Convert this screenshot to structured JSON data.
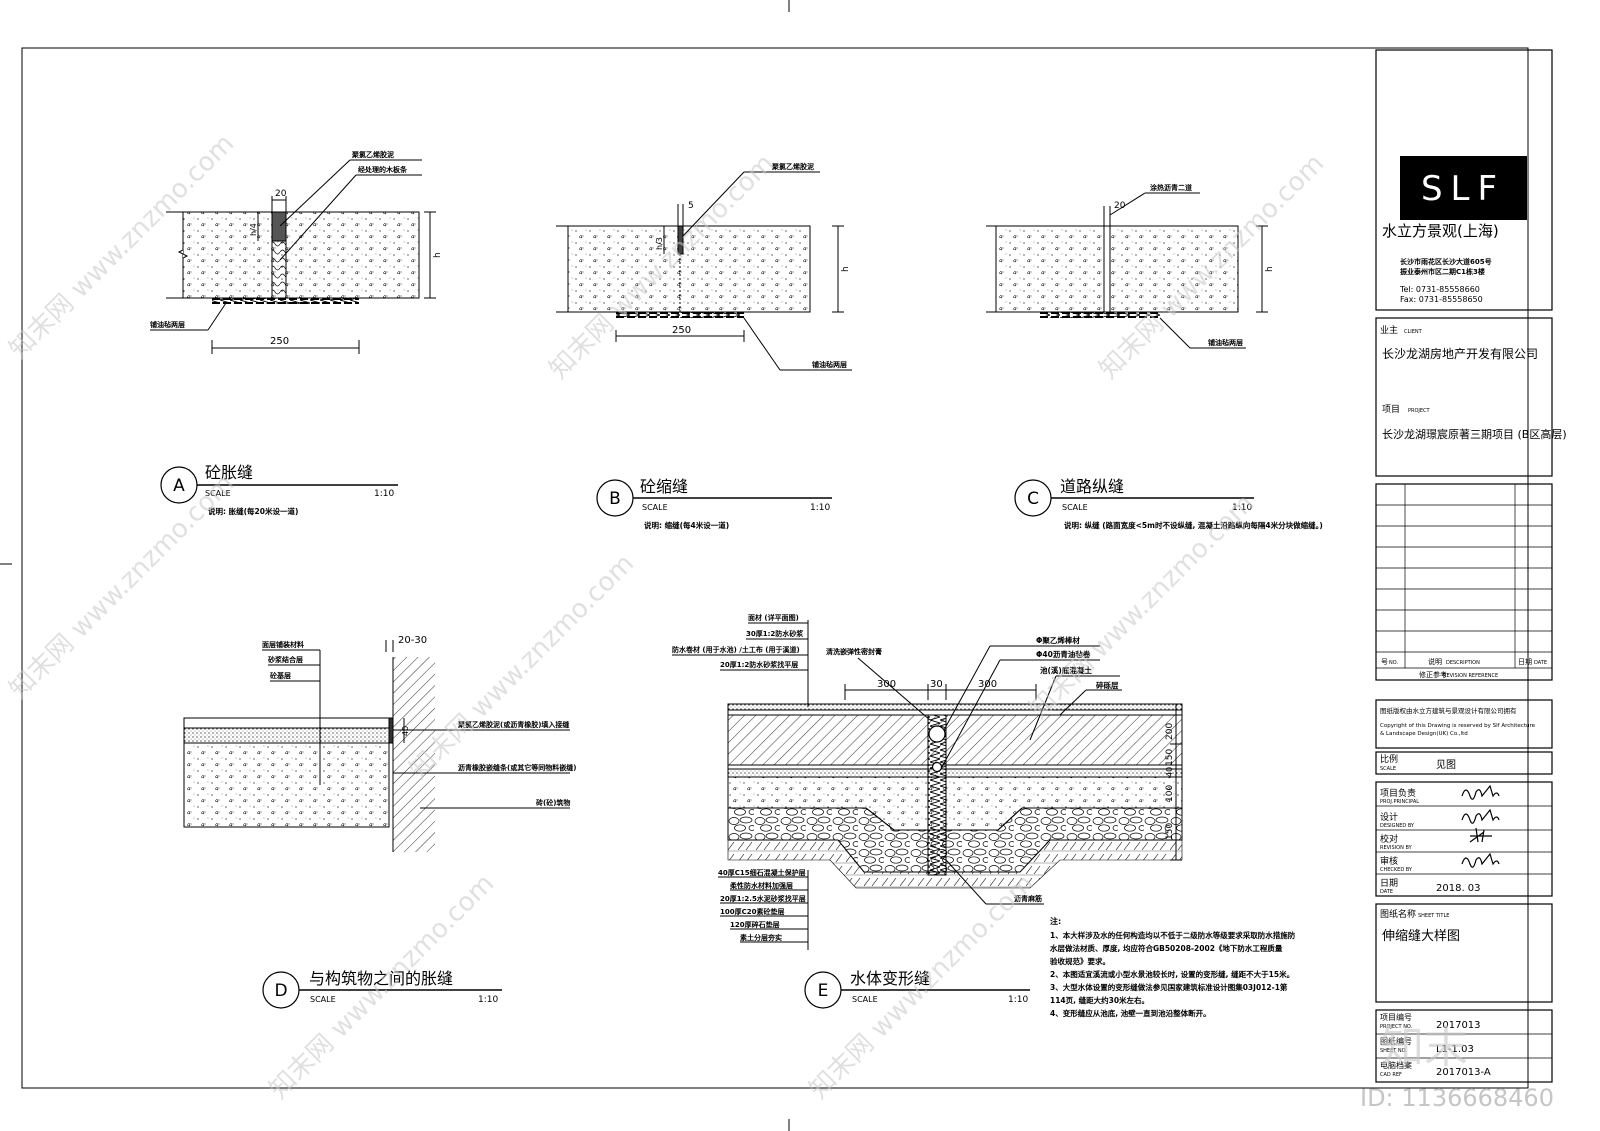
{
  "title_block": {
    "logo_text": "SLF",
    "company": "水立方景观(上海)",
    "address_line1": "长沙市雨花区长沙大道605号",
    "address_line2": "振业泰州市区二期C1栋3楼",
    "tel": "Tel: 0731-85558660",
    "fax": "Fax: 0731-85558650",
    "client_label": "业主",
    "client_label_en": "CLIENT",
    "client": "长沙龙湖房地产开发有限公司",
    "project_label": "项目",
    "project_label_en": "PROJECT",
    "project": "长沙龙湖璟宸原著三期项目 (B区高层)",
    "rev_no_label": "号",
    "rev_no_label_en": "NO.",
    "rev_desc_label": "说明",
    "rev_desc_label_en": "DESCRIPTION",
    "rev_date_label": "日期",
    "rev_date_label_en": "DATE",
    "rev_ref_label": "修正参考",
    "rev_ref_label_en": "REVISION REFERENCE",
    "copyright_cn": "图纸版权由水立方建筑与景观设计有限公司拥有",
    "copyright_en1": "Copyright of this Drawing is reserved by Slf Architecture",
    "copyright_en2": "& Landscape Design(UK) Co.,ltd",
    "scale_label": "比例",
    "scale_label_en": "SCALE",
    "scale_value": "见图",
    "principal_label": "项目负责",
    "principal_label_en": "PROJ.PRINCIPAL",
    "designed_label": "设计",
    "designed_label_en": "DESIGNED BY",
    "revision_label": "校对",
    "revision_label_en": "REVISION BY",
    "checked_label": "审核",
    "checked_label_en": "CHECKED BY",
    "date_label": "日期",
    "date_label_en": "DATE",
    "date_value": "2018. 03",
    "sheet_title_label": "图纸名称",
    "sheet_title_label_en": "SHEET TITLE",
    "sheet_title": "伸缩缝大样图",
    "project_no_label": "项目编号",
    "project_no_label_en": "PROJECT NO.",
    "project_no": "2017013",
    "sheet_no_label": "图纸编号",
    "sheet_no_label_en": "SHEET NO.",
    "sheet_no": "L1-1.03",
    "cad_ref_label": "电脑档案",
    "cad_ref_label_en": "CAD REF",
    "cad_ref": "2017013-A"
  },
  "details": {
    "A": {
      "letter": "A",
      "title": "砼胀缝",
      "scale_label": "SCALE",
      "scale": "1:10",
      "note": "说明: 胀缝(每20米设一道)",
      "label_top1": "聚氯乙烯胶泥",
      "label_top2": "经处理的木板条",
      "label_bottom": "铺油毡两层",
      "dim_joint": "20",
      "dim_quarter": "h/4",
      "dim_h": "h",
      "dim_width": "250"
    },
    "B": {
      "letter": "B",
      "title": "砼缩缝",
      "scale_label": "SCALE",
      "scale": "1:10",
      "note": "说明: 缩缝(每4米设一道)",
      "label_top": "聚氯乙烯胶泥",
      "label_bottom": "铺油毡两层",
      "dim_joint": "5",
      "dim_third": "h/3",
      "dim_h": "h",
      "dim_width": "250"
    },
    "C": {
      "letter": "C",
      "title": "道路纵缝",
      "scale_label": "SCALE",
      "scale": "1:10",
      "note": "说明: 纵缝 (路面宽度<5m时不设纵缝, 混凝土沿路纵向每隔4米分块做缩缝。)",
      "label_top": "涂热沥青二道",
      "label_bottom": "铺油毡两层",
      "dim_joint": "20",
      "dim_h": "h"
    },
    "D": {
      "letter": "D",
      "title": "与构筑物之间的胀缝",
      "scale_label": "SCALE",
      "scale": "1:10",
      "layer1": "面层铺装材料",
      "layer2": "砂浆结合层",
      "layer3": "砼基层",
      "label_r1": "聚氯乙烯胶泥(或沥青橡胶)填入接缝",
      "label_r2": "沥青橡胶嵌缝条(或其它等同物料嵌缝)",
      "label_r3": "砖(砼)筑物",
      "dim_gap": "20-30",
      "dim_depth": "40"
    },
    "E": {
      "letter": "E",
      "title": "水体变形缝",
      "scale_label": "SCALE",
      "scale": "1:10",
      "left_top": [
        "面材 (详平面图)",
        "30厚1:2防水砂浆",
        "防水卷材 (用于水池) /土工布 (用于溪道)",
        "20厚1:2防水砂浆找平层"
      ],
      "left_bottom": [
        "40厚C15细石混凝土保护层",
        "柔性防水材料加强层",
        "20厚1:2.5水泥砂浆找平层",
        "100厚C20素砼垫层",
        "120厚碎石垫层",
        "素土分层夯实"
      ],
      "label_sealant": "清洗嵌弹性密封膏",
      "label_rod": "Φ聚乙烯棒材",
      "label_strip": "Φ40沥青油毡卷",
      "label_concrete": "池(溪)底混凝土",
      "label_pebble": "碎砾层",
      "label_bottom": "沥青麻筋",
      "dim_left": "300",
      "dim_mid": "30",
      "dim_right": "300",
      "dim_v1": "200",
      "dim_v2": "150",
      "dim_v3": "40",
      "dim_v4": "100",
      "dim_v5": "150",
      "notes_title": "注:",
      "notes": [
        "1、本大样涉及水的任何构造均以不低于二级防水等级要求采取防水措施防",
        "   水层做法材质、厚度, 均应符合GB50208-2002《地下防水工程质量",
        "   验收规范》要求。",
        "2、本图适宜溪流或小型水景池较长时, 设置的变形缝, 缝距不大于15米。",
        "3、大型水体设置的变形缝做法参见国家建筑标准设计图集03J012-1第",
        "   114页, 缝距大约30米左右。",
        "4、变形缝应从池底, 池壁一直到池沿整体断开。"
      ]
    }
  },
  "watermarks": {
    "site": "知末网 www.znzmo.com",
    "brand": "知末",
    "id_text": "ID: 1136668460"
  }
}
